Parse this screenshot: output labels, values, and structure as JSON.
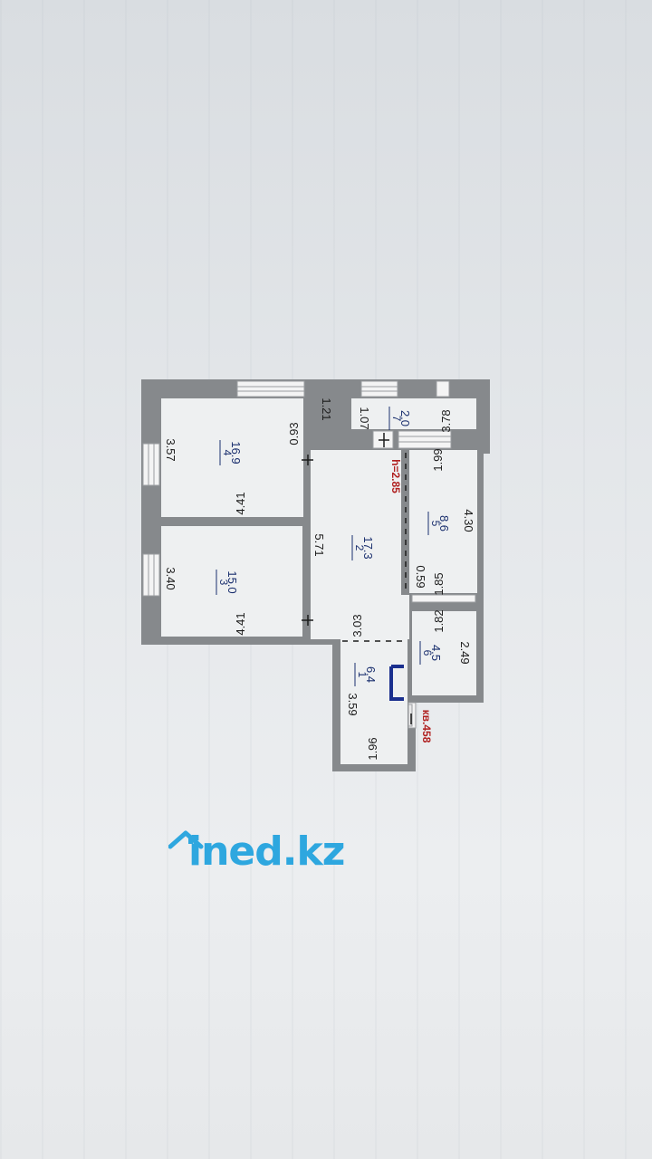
{
  "rooms": [
    {
      "number": "1",
      "area": "6.4"
    },
    {
      "number": "2",
      "area": "17.3"
    },
    {
      "number": "3",
      "area": "15.0"
    },
    {
      "number": "4",
      "area": "16.9"
    },
    {
      "number": "5",
      "area": "8.6"
    },
    {
      "number": "6",
      "area": "4.5"
    },
    {
      "number": "7",
      "area": "2.0"
    }
  ],
  "dimensions": {
    "r4_width": "3.57",
    "r4_length": "4.41",
    "r4_notch_a": "0.93",
    "r4_notch_b": "1.21",
    "r3_width": "3.40",
    "r3_length": "4.41",
    "r2_length": "5.71",
    "r2_width": "3.03",
    "r7_a": "1.07",
    "r7_b": "3.78",
    "r5_a": "1.99",
    "r5_b": "4.30",
    "r5_c": "1.85",
    "r5_d": "0.59",
    "r6_a": "1.82",
    "r6_b": "2.49",
    "r1_a": "3.59",
    "r1_b": "1.96"
  },
  "ceiling_height": "h=2.85",
  "apartment_label": "кв.458",
  "logo_text": "ined.kz",
  "colors": {
    "wall": "#86898c",
    "window": "#f4f4f4",
    "logo": "#2ea7df",
    "room_text": "#1a2f6e",
    "red_text": "#b02020"
  }
}
